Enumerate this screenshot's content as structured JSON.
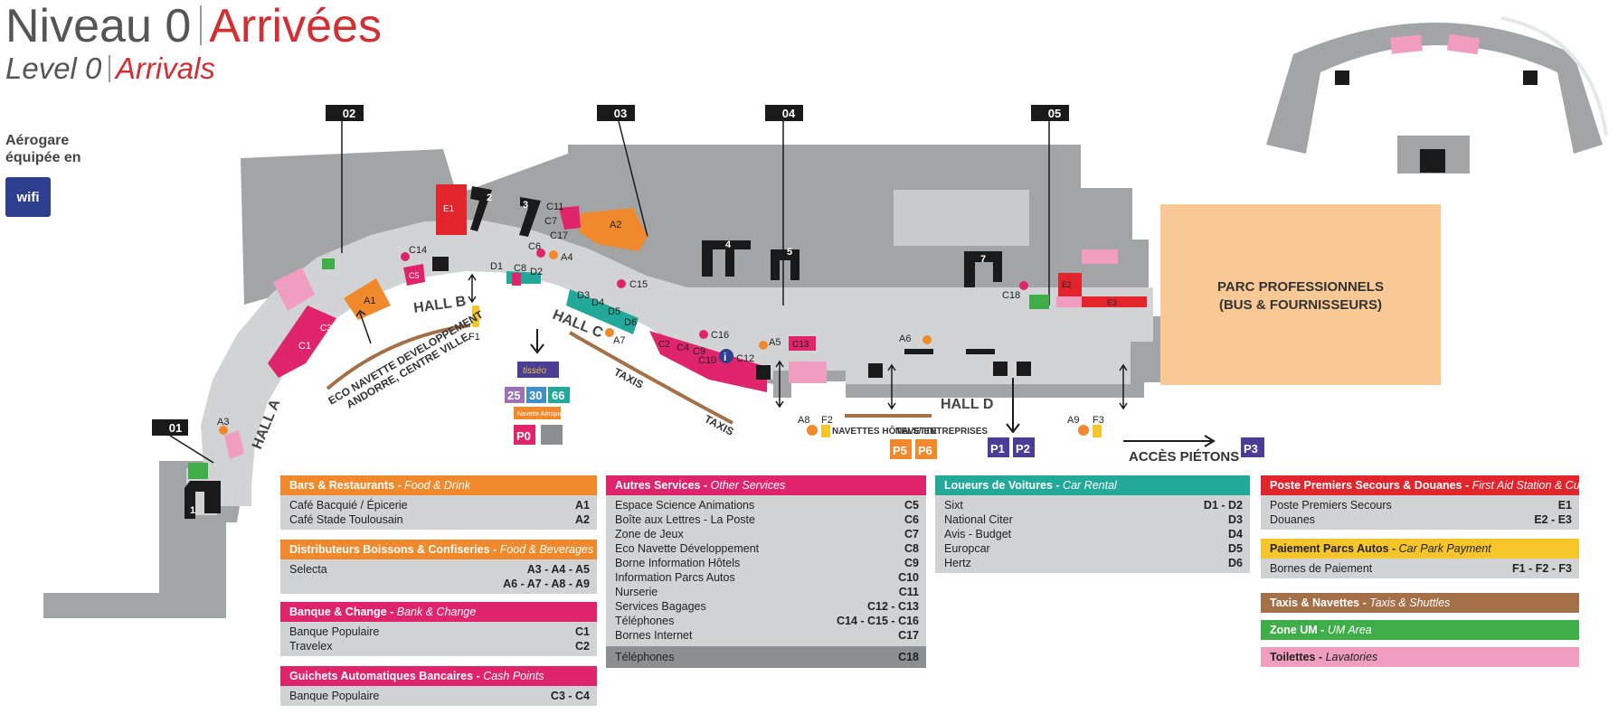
{
  "title": {
    "fr_level": "Niveau 0",
    "fr_name": "Arrivées",
    "en_level": "Level 0",
    "en_name": "Arrivals"
  },
  "wifi": {
    "label": "Aérogare équipée en",
    "badge": "wifi"
  },
  "map": {
    "gates": [
      "01",
      "02",
      "03",
      "04",
      "05"
    ],
    "halls": [
      "HALL A",
      "HALL B",
      "HALL C",
      "HALL D"
    ],
    "eco_line1": "ECO NAVETTE DEVELOPPEMENT",
    "eco_line2": "ANDORRE, CENTRE VILLE",
    "taxis": "TAXIS",
    "navettes_hotels": "NAVETTES HÔTELS/ ENTREPRISES",
    "navette": "NAVETTE",
    "acces_pietons": "ACCÈS PIÉTONS",
    "parc_line1": "PARC PROFESSIONNELS",
    "parc_line2": "(BUS & FOURNISSEURS)",
    "bus_lines": [
      "25",
      "30",
      "66"
    ],
    "tisseo": "tisséo",
    "navette_aeroport": "Navette Aéroport",
    "parkings": [
      "P0",
      "P1",
      "P2",
      "P3",
      "P5",
      "P6"
    ],
    "numbers": [
      "1",
      "2",
      "3",
      "4",
      "5",
      "7"
    ]
  },
  "colors": {
    "map": "#a3a4a6",
    "corridor": "#d2d3d5",
    "orange": "#f0892c",
    "pink": "#e0246c",
    "teal": "#23a99a",
    "red": "#e2252c",
    "yellow": "#f5c52a",
    "brown": "#a47047",
    "green": "#3fae49",
    "lightpink": "#f19dc0",
    "parc": "#f8c995",
    "purple": "#4a3d96"
  },
  "legend": {
    "bars": {
      "title": "Bars & Restaurants",
      "title_en": "Food & Drink",
      "rows": [
        {
          "label": "Café Bacquié / Épicerie",
          "code": "A1"
        },
        {
          "label": "Café Stade Toulousain",
          "code": "A2"
        }
      ]
    },
    "distrib": {
      "title": "Distributeurs Boissons & Confiseries",
      "title_en": "Food & Beverages",
      "rows": [
        {
          "label": "Selecta",
          "code": "A3 - A4 - A5"
        }
      ],
      "cont": "A6 - A7 - A8 - A9"
    },
    "banque": {
      "title": "Banque & Change",
      "title_en": "Bank & Change",
      "rows": [
        {
          "label": "Banque Populaire",
          "code": "C1"
        },
        {
          "label": "Travelex",
          "code": "C2"
        }
      ]
    },
    "guichets": {
      "title": "Guichets Automatiques Bancaires",
      "title_en": "Cash Points",
      "rows": [
        {
          "label": "Banque Populaire",
          "code": "C3 - C4"
        }
      ]
    },
    "autres": {
      "title": "Autres Services",
      "title_en": "Other Services",
      "rows": [
        {
          "label": "Espace Science Animations",
          "code": "C5"
        },
        {
          "label": "Boîte aux Lettres - La Poste",
          "code": "C6"
        },
        {
          "label": "Zone de Jeux",
          "code": "C7"
        },
        {
          "label": "Eco Navette Développement",
          "code": "C8"
        },
        {
          "label": "Borne Information Hôtels",
          "code": "C9"
        },
        {
          "label": "Information Parcs Autos",
          "code": "C10"
        },
        {
          "label": "Nurserie",
          "code": "C11"
        },
        {
          "label": "Services Bagages",
          "code": "C12 - C13"
        },
        {
          "label": "Téléphones",
          "code": "C14 - C15 - C16"
        },
        {
          "label": "Bornes Internet",
          "code": "C17"
        }
      ],
      "dark": {
        "label": "Téléphones",
        "code": "C18"
      }
    },
    "loueurs": {
      "title": "Loueurs de Voitures",
      "title_en": "Car Rental",
      "rows": [
        {
          "label": "Sixt",
          "code": "D1 - D2"
        },
        {
          "label": "National Citer",
          "code": "D3"
        },
        {
          "label": "Avis - Budget",
          "code": "D4"
        },
        {
          "label": "Europcar",
          "code": "D5"
        },
        {
          "label": "Hertz",
          "code": "D6"
        }
      ]
    },
    "poste": {
      "title": "Poste Premiers Secours & Douanes",
      "title_en": "First Aid Station & Customs",
      "rows": [
        {
          "label": "Poste Premiers Secours",
          "code": "E1"
        },
        {
          "label": "Douanes",
          "code": "E2 - E3"
        }
      ]
    },
    "paiement": {
      "title": "Paiement Parcs Autos",
      "title_en": "Car Park Payment",
      "rows": [
        {
          "label": "Bornes de Paiement",
          "code": "F1 - F2 - F3"
        }
      ]
    },
    "taxis": {
      "title": "Taxis & Navettes",
      "title_en": "Taxis & Shuttles"
    },
    "zoneum": {
      "title": "Zone UM",
      "title_en": "UM Area"
    },
    "toilettes": {
      "title": "Toilettes",
      "title_en": "Lavatories"
    }
  }
}
